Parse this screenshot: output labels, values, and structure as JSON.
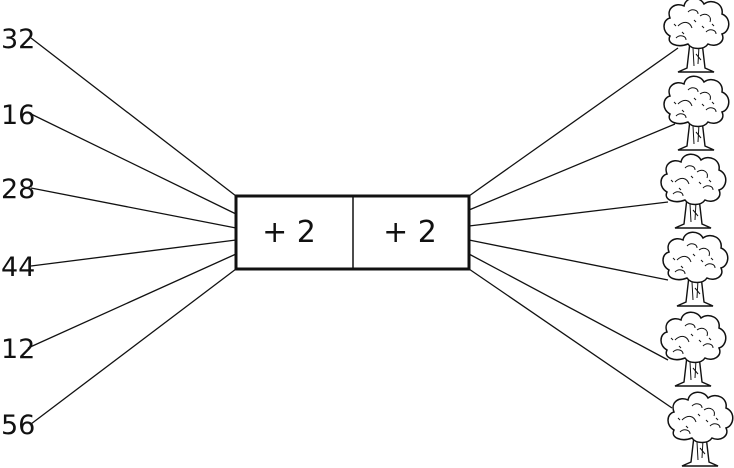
{
  "inputs": [
    "32",
    "16",
    "28",
    "44",
    "12",
    "56"
  ],
  "machine": {
    "operations": [
      "+ 2",
      "+ 2"
    ]
  },
  "outputs": [
    {
      "icon": "tree-icon",
      "value": ""
    },
    {
      "icon": "tree-icon",
      "value": ""
    },
    {
      "icon": "tree-icon",
      "value": ""
    },
    {
      "icon": "tree-icon",
      "value": ""
    },
    {
      "icon": "tree-icon",
      "value": ""
    },
    {
      "icon": "tree-icon",
      "value": ""
    }
  ],
  "colors": {
    "ink": "#111111",
    "paper": "#ffffff"
  }
}
